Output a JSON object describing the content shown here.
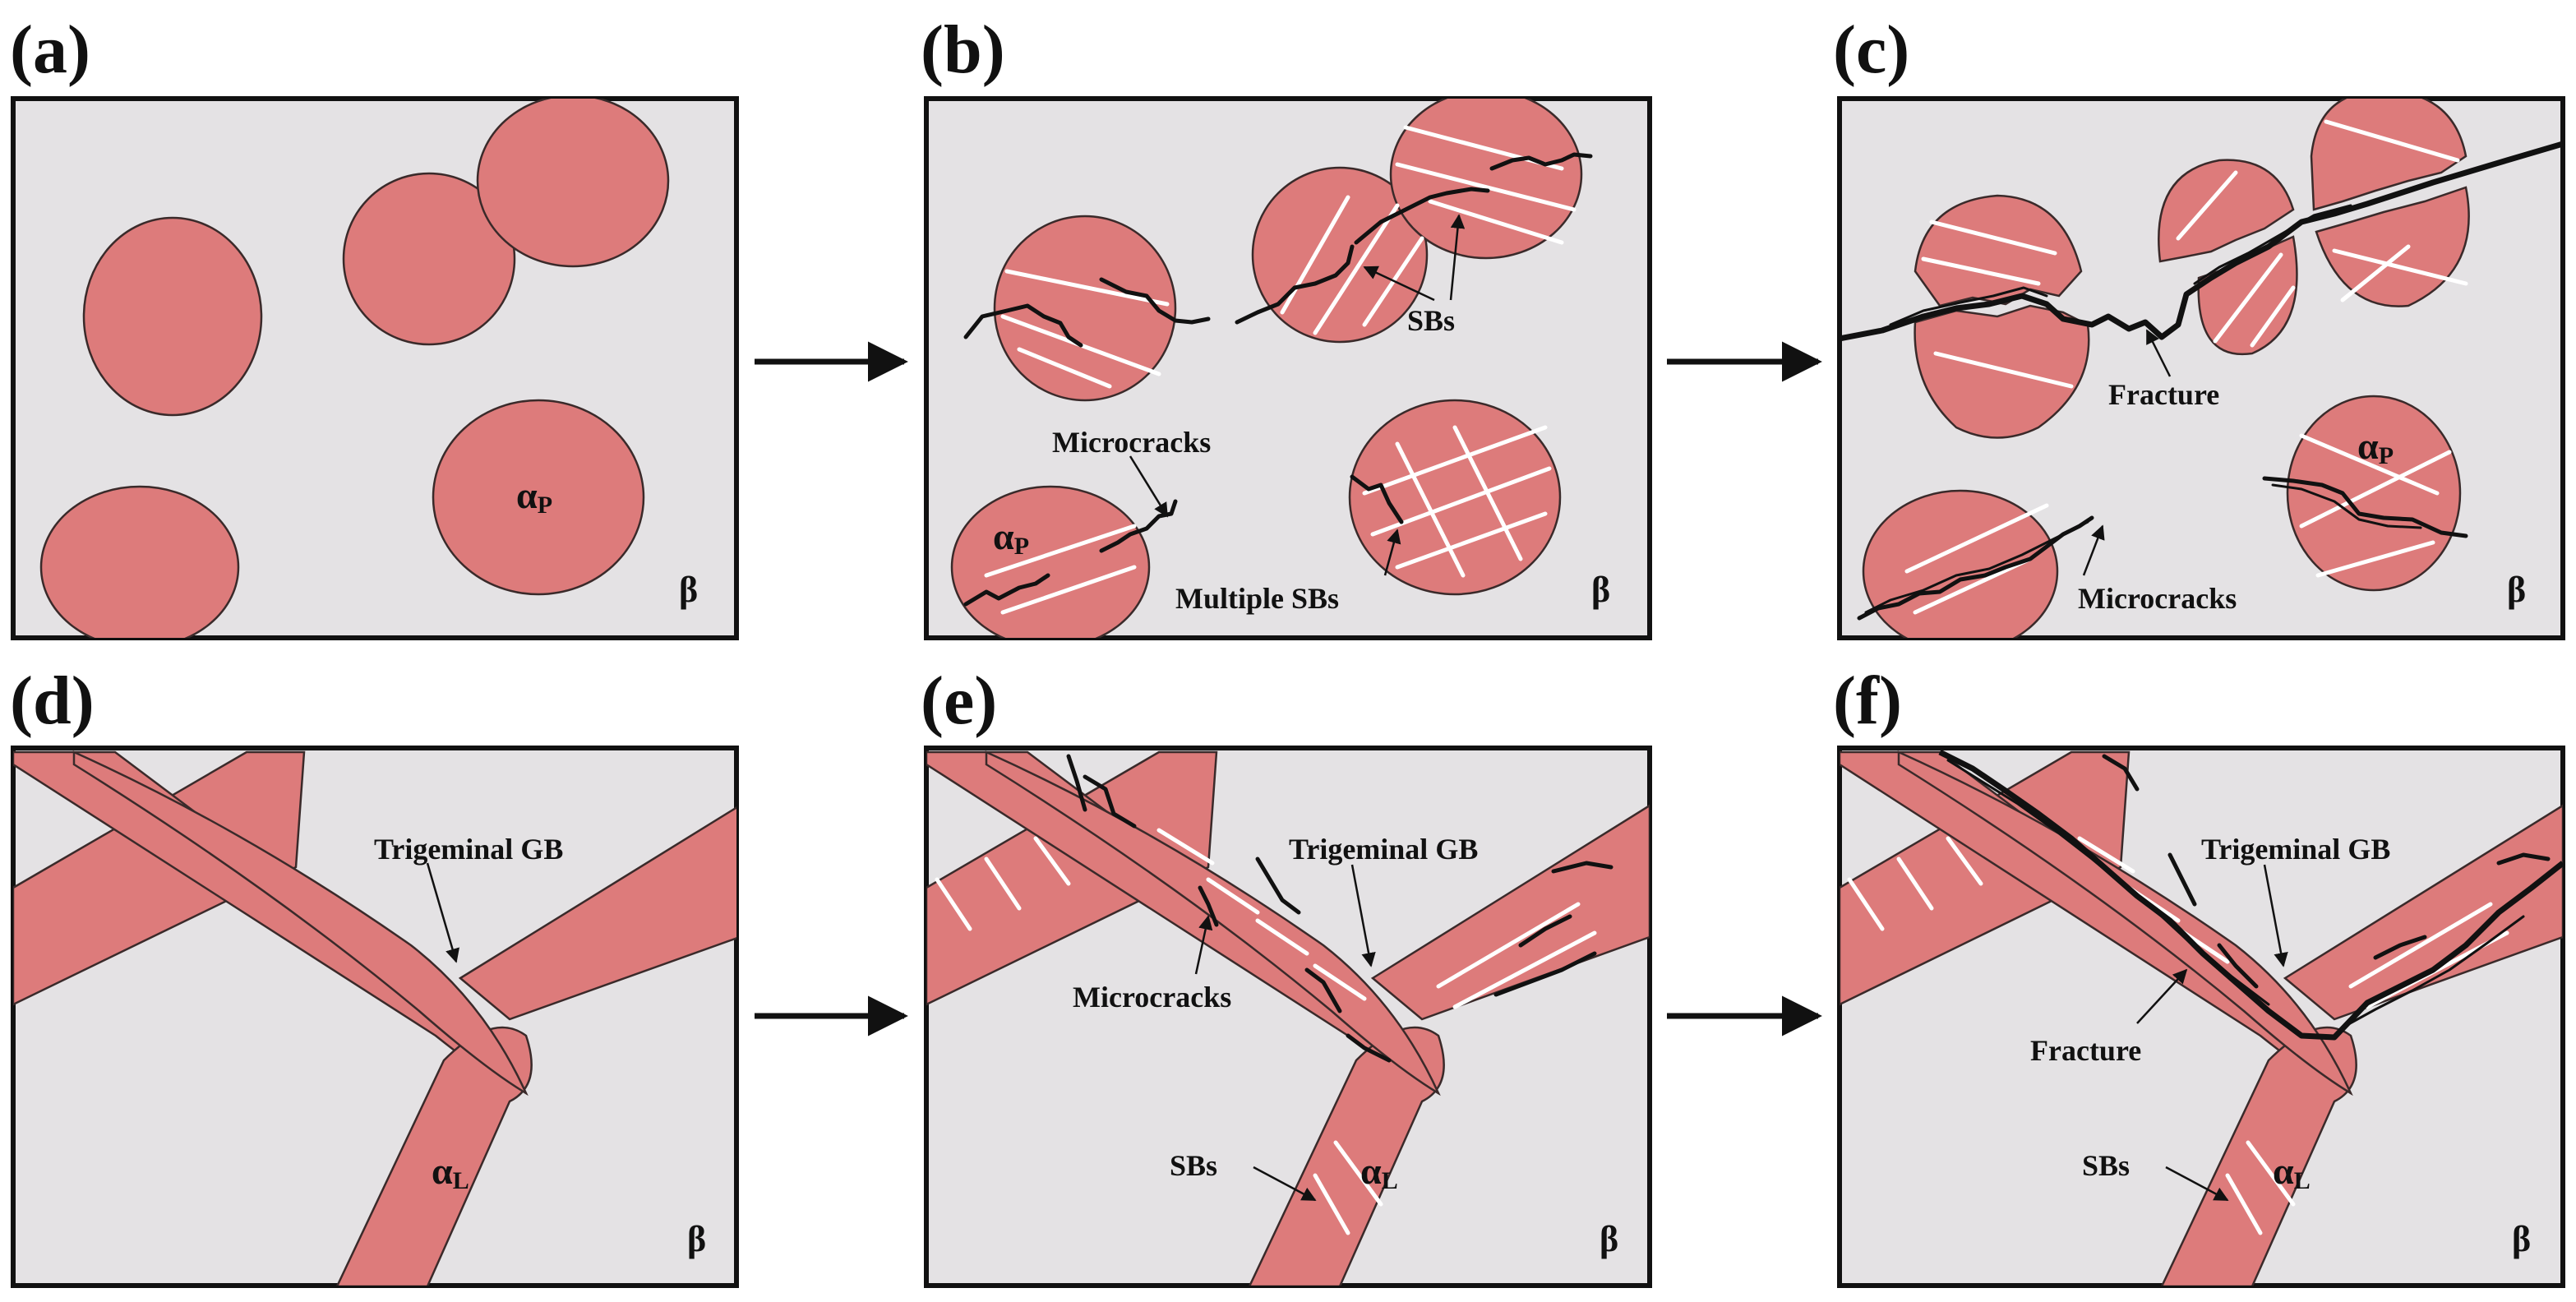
{
  "panels": [
    {
      "id": "a",
      "label": "(a)",
      "matrix": "β",
      "grain": "α",
      "grain_sub": "P"
    },
    {
      "id": "b",
      "label": "(b)",
      "matrix": "β",
      "grain": "α",
      "grain_sub": "P",
      "annotations": [
        "SBs",
        "Microcracks",
        "Multiple SBs"
      ]
    },
    {
      "id": "c",
      "label": "(c)",
      "matrix": "β",
      "grain": "α",
      "grain_sub": "P",
      "annotations": [
        "Fracture",
        "Microcracks"
      ]
    },
    {
      "id": "d",
      "label": "(d)",
      "matrix": "β",
      "grain": "α",
      "grain_sub": "L",
      "annotations": [
        "Trigeminal GB"
      ]
    },
    {
      "id": "e",
      "label": "(e)",
      "matrix": "β",
      "grain": "α",
      "grain_sub": "L",
      "annotations": [
        "Trigeminal GB",
        "Microcracks",
        "SBs"
      ]
    },
    {
      "id": "f",
      "label": "(f)",
      "matrix": "β",
      "grain": "α",
      "grain_sub": "L",
      "annotations": [
        "Trigeminal GB",
        "Fracture",
        "SBs"
      ]
    }
  ],
  "colors": {
    "matrix": "#e4e2e4",
    "grain": "#dd7b7b",
    "slip_band": "#ffffff",
    "crack": "#111111"
  }
}
